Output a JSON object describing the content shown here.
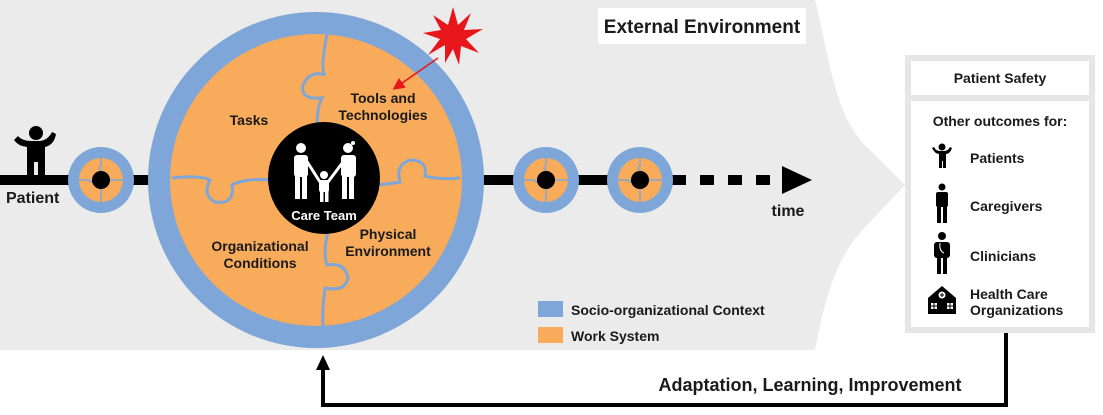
{
  "colors": {
    "context_blue": "#7ea6d8",
    "work_orange": "#f7ab5b",
    "background_gray": "#ebebeb",
    "hazard_red": "#e8161b",
    "black": "#000000"
  },
  "external_environment": {
    "label": "External Environment"
  },
  "timeline": {
    "patient_label": "Patient",
    "time_label": "time"
  },
  "work_system": {
    "center_label": "Care Team",
    "pieces": [
      {
        "label_lines": [
          "Tasks"
        ]
      },
      {
        "label_lines": [
          "Tools and",
          "Technologies"
        ]
      },
      {
        "label_lines": [
          "Organizational",
          "Conditions"
        ]
      },
      {
        "label_lines": [
          "Physical",
          "Environment"
        ]
      }
    ]
  },
  "hazard": {
    "icon": "red-starburst-icon",
    "points_to": "Tools and Technologies"
  },
  "legend": [
    {
      "label": "Socio-organizational Context",
      "color": "#7ea6d8"
    },
    {
      "label": "Work System",
      "color": "#f7ab5b"
    }
  ],
  "outcomes": {
    "title": "Patient Safety",
    "subtitle": "Other outcomes for:",
    "items": [
      {
        "label_lines": [
          "Patients"
        ],
        "icon": "patient-icon"
      },
      {
        "label_lines": [
          "Caregivers"
        ],
        "icon": "caregiver-icon"
      },
      {
        "label_lines": [
          "Clinicians"
        ],
        "icon": "clinician-icon"
      },
      {
        "label_lines": [
          "Health Care",
          "Organizations"
        ],
        "icon": "hospital-icon"
      }
    ]
  },
  "feedback": {
    "label": "Adaptation, Learning, Improvement"
  }
}
